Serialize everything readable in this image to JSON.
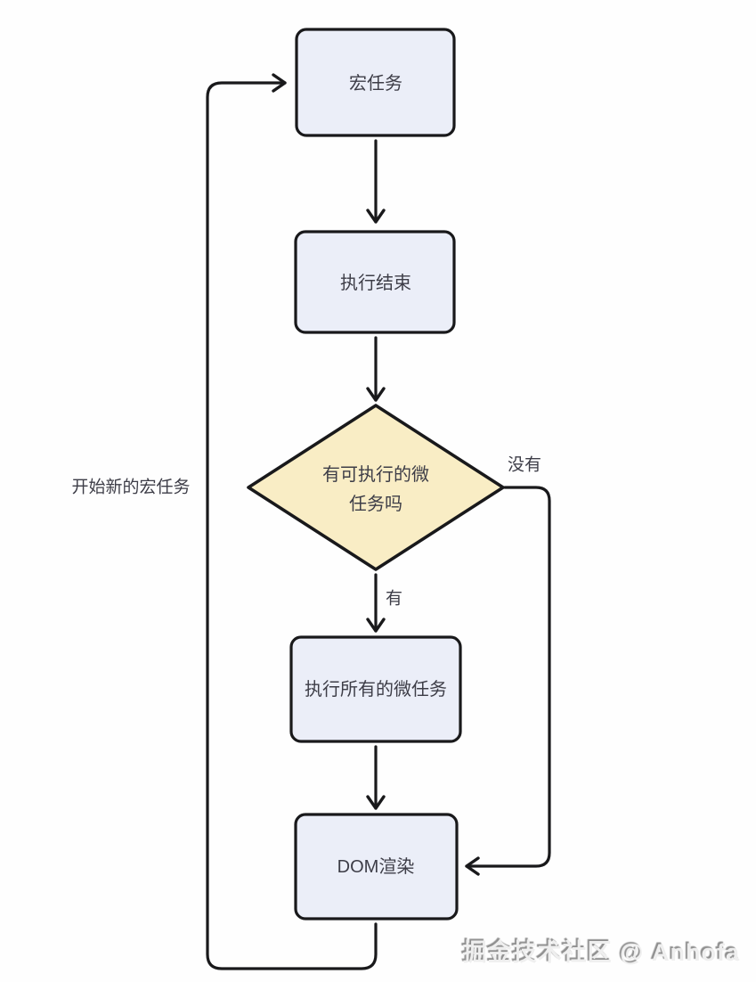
{
  "diagram": {
    "title_hint": "event-loop-flowchart",
    "nodes": {
      "macro_task": {
        "label": "宏任务"
      },
      "execution_end": {
        "label": "执行结束"
      },
      "decision": {
        "label_line1": "有可执行的微",
        "label_line2": "任务吗"
      },
      "run_all_microtasks": {
        "label": "执行所有的微任务"
      },
      "dom_render": {
        "label": "DOM渲染"
      }
    },
    "edge_labels": {
      "yes": "有",
      "no": "没有",
      "loop": "开始新的宏任务"
    },
    "colors": {
      "process_fill": "#ebeef8",
      "decision_fill": "#f9edc5",
      "stroke": "#19191b",
      "text": "#3d3d47",
      "background": "#fefefe"
    }
  },
  "watermark": {
    "text": "掘金技术社区 @ Anhofa"
  }
}
